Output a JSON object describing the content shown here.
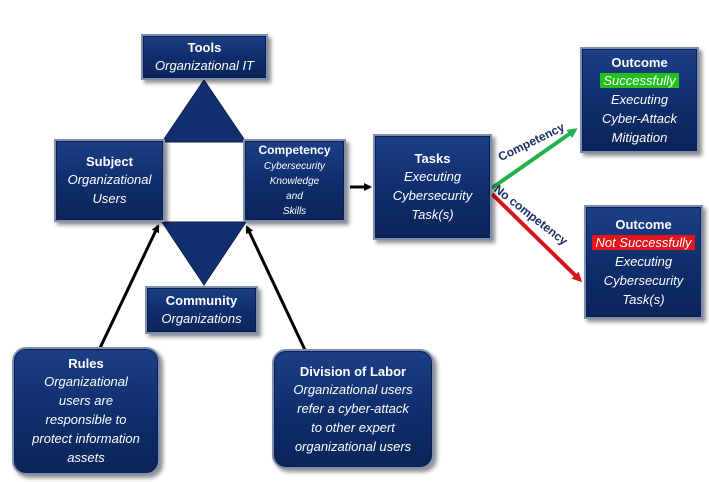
{
  "tools": {
    "title": "Tools",
    "body": "Organizational IT"
  },
  "subject": {
    "title": "Subject",
    "line1": "Organizational",
    "line2": "Users"
  },
  "competency": {
    "title": "Competency",
    "line1": "Cybersecurity",
    "line2": "Knowledge",
    "line3": "and",
    "line4": "Skills"
  },
  "community": {
    "title": "Community",
    "body": "Organizations"
  },
  "tasks": {
    "title": "Tasks",
    "line1": "Executing",
    "line2": "Cybersecurity",
    "line3": "Task(s)"
  },
  "outcome_success": {
    "title": "Outcome",
    "highlight": "Successfully",
    "line1": "Executing",
    "line2": "Cyber-Attack",
    "line3": "Mitigation"
  },
  "outcome_fail": {
    "title": "Outcome",
    "highlight": "Not Successfully",
    "line1": "Executing",
    "line2": "Cybersecurity",
    "line3": "Task(s)"
  },
  "rules": {
    "title": "Rules",
    "line1": "Organizational",
    "line2": "users are",
    "line3": "responsible to",
    "line4": "protect information",
    "line5": "assets"
  },
  "division": {
    "title": "Division of Labor",
    "line1": "Organizational users",
    "line2": "refer a cyber-attack",
    "line3": "to other expert",
    "line4": "organizational users"
  },
  "edges": {
    "competency_label": "Competency",
    "no_competency_label": "No competency"
  },
  "colors": {
    "box": "#12306f",
    "green_arrow": "#22b24c",
    "red_arrow": "#d8141a",
    "triangle": "#12306f"
  }
}
